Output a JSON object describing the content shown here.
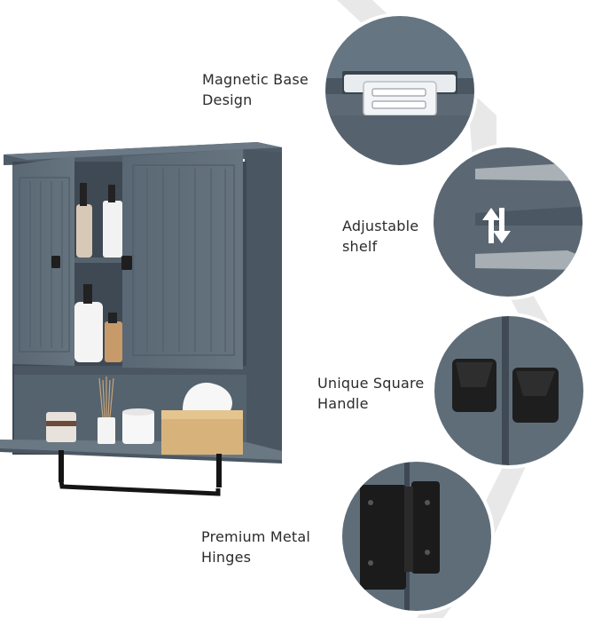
{
  "features": [
    {
      "line1": "Magnetic Base",
      "line2": "Design",
      "icon": "magnet-catch-icon"
    },
    {
      "line1": "Adjustable",
      "line2": "shelf",
      "icon": "up-down-arrows-icon"
    },
    {
      "line1": "Unique Square",
      "line2": "Handle",
      "icon": "square-knob-icon"
    },
    {
      "line1": "Premium Metal",
      "line2": "Hinges",
      "icon": "hinge-icon"
    }
  ],
  "colors": {
    "cabinet": "#5f6e7b",
    "cabinet_dark": "#4d5a66",
    "background": "#ffffff",
    "accent_band": "#e6e6e6"
  }
}
